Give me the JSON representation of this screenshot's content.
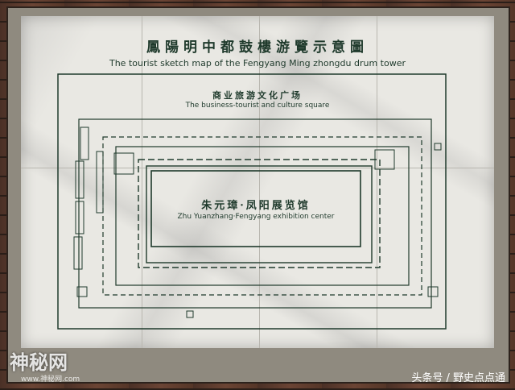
{
  "sign": {
    "title_cn": "鳳陽明中都鼓樓游覽示意圖",
    "title_en": "The tourist sketch map  of the Fengyang Ming zhongdu drum tower",
    "square_cn": "商业旅游文化广场",
    "square_en": "The business-tourist and culture square",
    "center_cn": "朱元璋·凤阳展览馆",
    "center_en": "Zhu Yuanzhang·Fengyang exhibition center"
  },
  "watermark": {
    "main": "神秘网",
    "sub": "www.神秘网.com"
  },
  "credit": "头条号 / 野史点点通",
  "colors": {
    "ink": "#1f3a2c",
    "marble": "#e9e8e3",
    "brick": "#4d3328"
  }
}
